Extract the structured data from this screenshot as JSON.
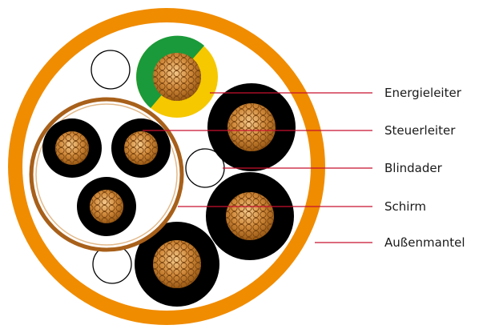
{
  "labels": {
    "energieleiter": "Energieleiter",
    "steuerleiter": "Steuerleiter",
    "blindader": "Blindader",
    "schirm": "Schirm",
    "aussenmantel": "Außenmantel"
  },
  "colors": {
    "outer_sheath": "#f08c00",
    "inner_fill": "#ffffff",
    "insulation_black": "#000000",
    "copper_dark": "#b06a1a",
    "copper_light": "#e8b070",
    "ground_green": "#1a9a3a",
    "ground_yellow": "#f5c800",
    "shield_brown": "#a8601a",
    "leader_red": "#c8102e"
  }
}
